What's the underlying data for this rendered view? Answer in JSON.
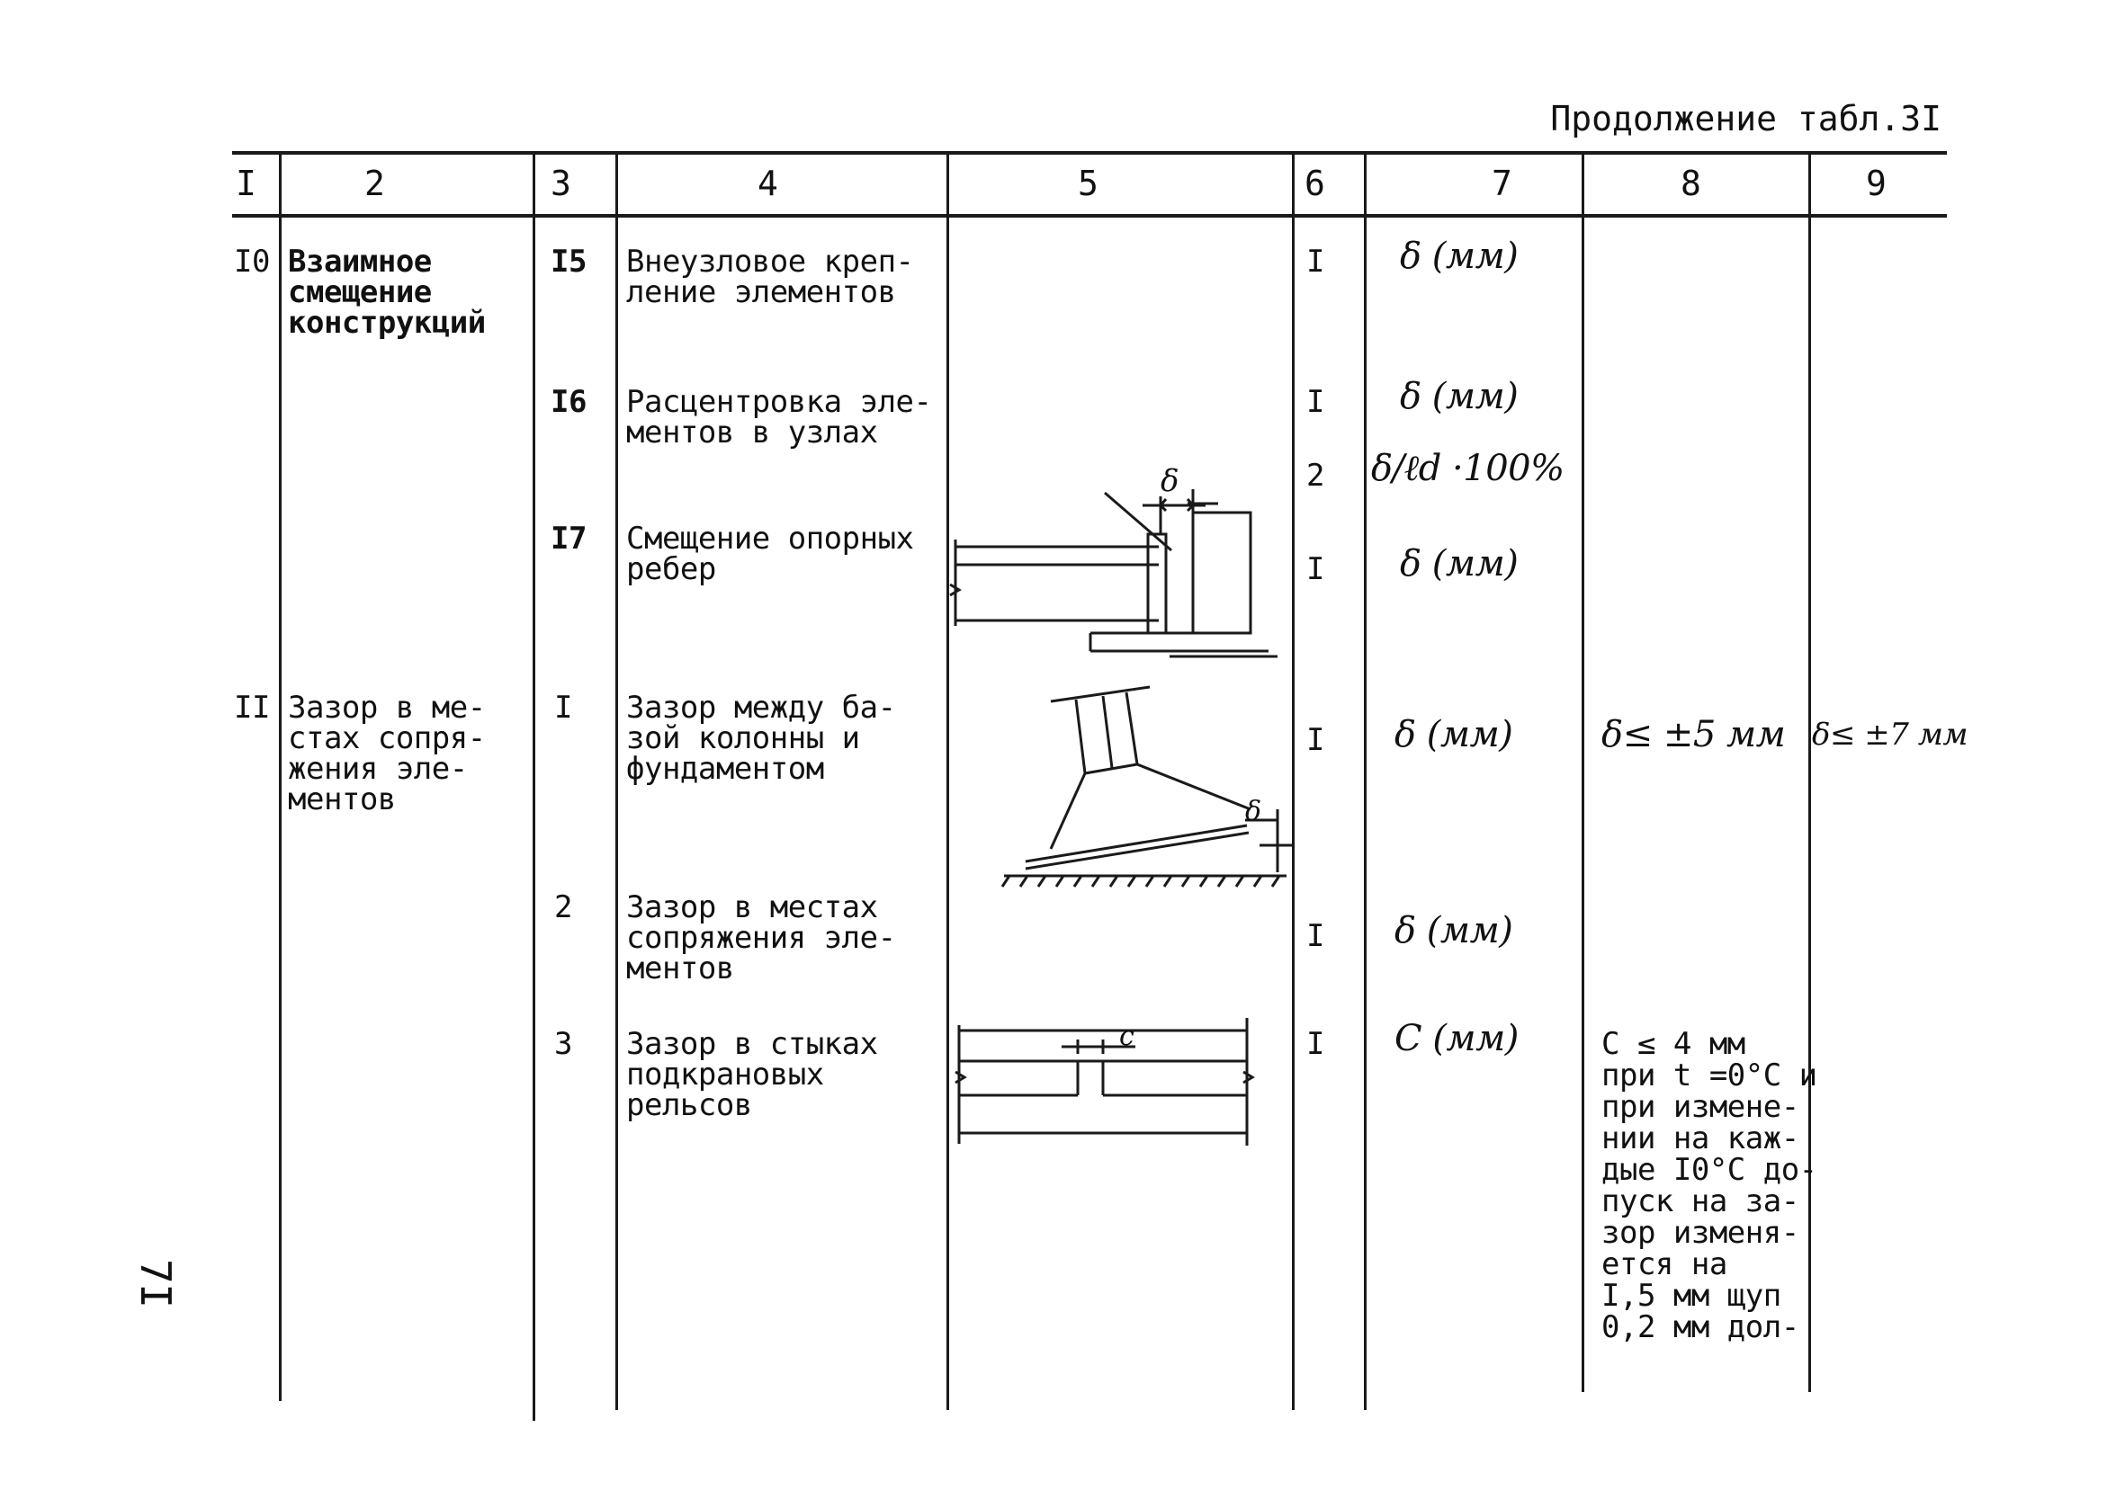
{
  "caption": "Продолжение табл.3I",
  "header": [
    "I",
    "2",
    "3",
    "4",
    "5",
    "6",
    "7",
    "8",
    "9"
  ],
  "rows": {
    "r10": {
      "num": "I0",
      "name": "Взаимное\nсмещение\nконструкций",
      "items": [
        {
          "n": "I5",
          "desc": "Внеузловое креп-\nление элементов",
          "level": "I",
          "measure": "δ (мм)"
        },
        {
          "n": "I6",
          "desc": "Расцентровка эле-\nментов в узлах",
          "level": "I",
          "measure": "δ (мм)",
          "level2": "2",
          "measure2": "δ/ℓd ·100%"
        },
        {
          "n": "I7",
          "desc": "Смещение опорных\nребер",
          "level": "I",
          "measure": "δ (мм)"
        }
      ]
    },
    "r11": {
      "num": "II",
      "name": "Зазор в ме-\nстах сопря-\nжения эле-\nментов",
      "items": [
        {
          "n": "I",
          "desc": "Зазор между ба-\nзой колонны и\nфундаментом",
          "level": "I",
          "measure": "δ (мм)",
          "tol8": "δ≤ ±5 мм",
          "tol9": "δ≤ ±7 мм"
        },
        {
          "n": "2",
          "desc": "Зазор в местах\nсопряжения эле-\nментов",
          "level": "I",
          "measure": "δ (мм)"
        },
        {
          "n": "3",
          "desc": "Зазор в стыках\nподкрановых\nрельсов",
          "level": "I",
          "measure": "C (мм)",
          "tol8": "C ≤ 4 мм\nпри t =0°C и\nпри измене-\nнии на каж-\nдые I0°C до-\nпуск на за-\nзор изменя-\nется на\nI,5 мм щуп\n0,2 мм дол-"
        }
      ]
    }
  },
  "sketch_labels": {
    "delta": "δ",
    "c": "c"
  },
  "page_number": "7I"
}
